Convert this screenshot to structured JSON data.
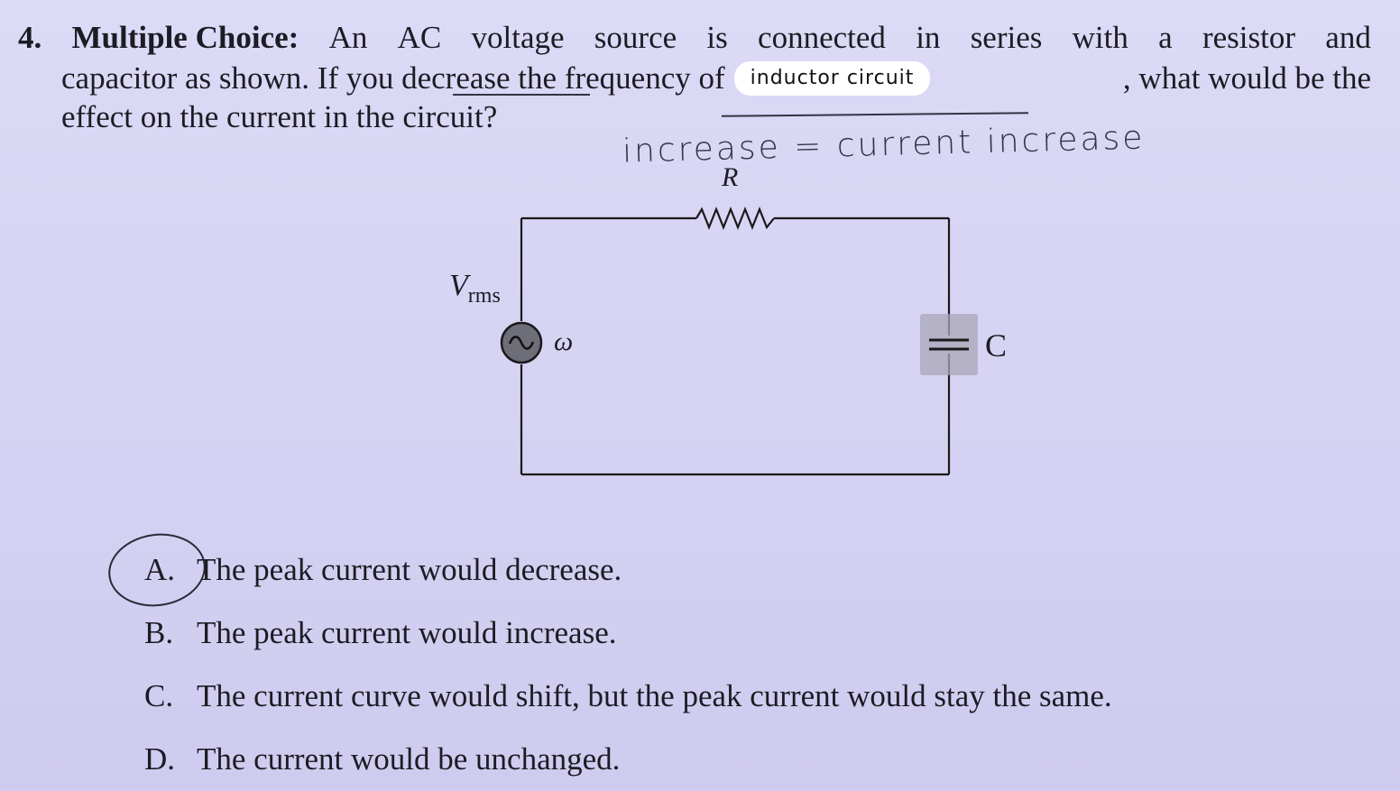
{
  "question": {
    "number": "4.",
    "heading": "Multiple Choice:",
    "line1_rest": [
      "An",
      "AC",
      "voltage",
      "source",
      "is",
      "connected",
      "in",
      "series",
      "with",
      "a",
      "resistor",
      "and"
    ],
    "line2_before": "capacitor as shown. If you decrease the frequency of",
    "edited_text": "inductor circuit",
    "line2_after": ", what would be the",
    "line3": "effect on the current in the circuit?"
  },
  "handwritten_note": "increase = current increase",
  "circuit": {
    "resistor_label": "R",
    "source_label": "V",
    "source_subscript": "rms",
    "frequency_label": "ω",
    "capacitor_label": "C"
  },
  "choices": [
    {
      "letter": "A.",
      "text": "The peak current would decrease.",
      "circled": true
    },
    {
      "letter": "B.",
      "text": "The peak current would increase."
    },
    {
      "letter": "C.",
      "text": "The current curve would shift, but the peak current would stay the same."
    },
    {
      "letter": "D.",
      "text": "The current would be unchanged."
    }
  ],
  "colors": {
    "paper": "#d6d3f3",
    "ink": "#1c1c24",
    "wire": "#1a1a1a",
    "source_fill": "#6e6e78"
  }
}
